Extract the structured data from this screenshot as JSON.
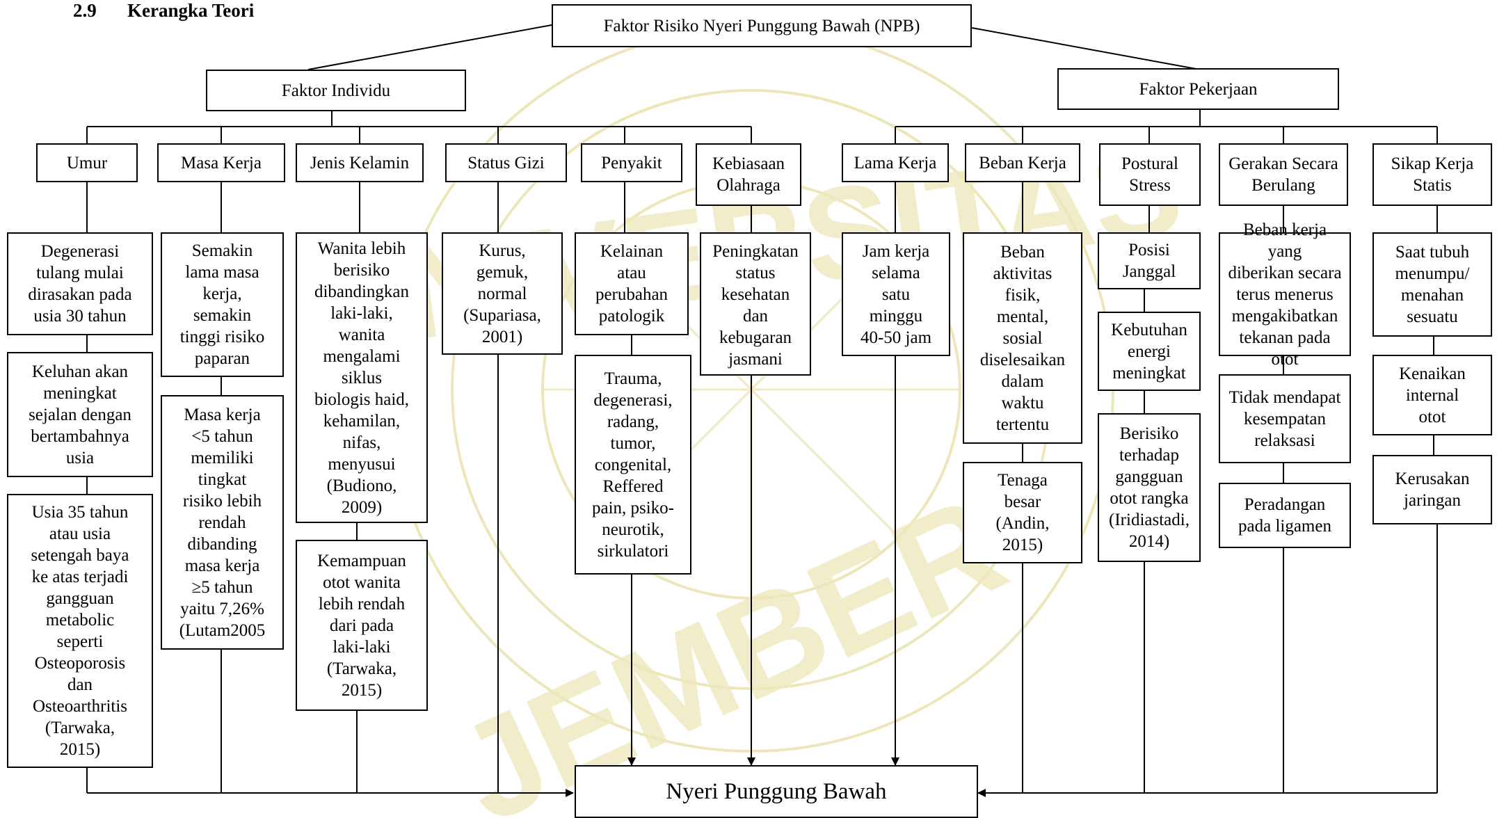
{
  "section": {
    "number": "2.9",
    "title": "Kerangka Teori"
  },
  "root": "Faktor Risiko Nyeri Punggung Bawah (NPB)",
  "groups": {
    "individu": "Faktor Individu",
    "pekerjaan": "Faktor Pekerjaan"
  },
  "factors": {
    "umur": "Umur",
    "masa_kerja": "Masa Kerja",
    "jenis_kelamin": "Jenis Kelamin",
    "status_gizi": "Status Gizi",
    "penyakit": "Penyakit",
    "olahraga": "Kebiasaan\nOlahraga",
    "lama_kerja": "Lama Kerja",
    "beban_kerja": "Beban Kerja",
    "postural": "Postural\nStress",
    "gerakan": "Gerakan Secara\nBerulang",
    "sikap": "Sikap Kerja\nStatis"
  },
  "details": {
    "umur_1": "Degenerasi\ntulang mulai\ndirasakan pada\nusia 30 tahun",
    "umur_2": "Keluhan akan\nmeningkat\nsejalan dengan\nbertambahnya\nusia",
    "umur_3": "Usia 35 tahun\natau usia\nsetengah baya\nke atas terjadi\ngangguan\nmetabolic\nseperti\nOsteoporosis\ndan\nOsteoarthritis\n(Tarwaka,\n2015)",
    "masa_1": "Semakin\nlama masa\nkerja,\nsemakin\ntinggi risiko\npaparan",
    "masa_2": "Masa kerja\n<5 tahun\nmemiliki\ntingkat\nrisiko lebih\nrendah\ndibanding\nmasa kerja\n≥5 tahun\nyaitu 7,26%\n(Lutam2005",
    "jk_1": "Wanita lebih\nberisiko\ndibandingkan\nlaki-laki,\nwanita\nmengalami\nsiklus\nbiologis haid,\nkehamilan,\nnifas,\nmenyusui\n(Budiono,\n2009)",
    "jk_2": "Kemampuan\notot wanita\nlebih rendah\ndari pada\nlaki-laki\n(Tarwaka,\n2015)",
    "gizi_1": "Kurus,\ngemuk,\nnormal\n(Supariasa,\n2001)",
    "penyakit_1": "Kelainan\natau\nperubahan\npatologik",
    "penyakit_2": "Trauma,\ndegenerasi,\nradang,\ntumor,\ncongenital,\nReffered\npain, psiko-\nneurotik,\nsirkulatori",
    "olahraga_1": "Peningkatan\nstatus\nkesehatan\ndan\nkebugaran\njasmani",
    "lama_1": "Jam kerja\nselama\nsatu\nminggu\n40-50 jam",
    "beban_1": "Beban\naktivitas\nfisik,\nmental,\nsosial\ndiselesaikan\ndalam\nwaktu\ntertentu",
    "beban_2": "Tenaga\nbesar\n(Andin,\n2015)",
    "postural_1": "Posisi\nJanggal",
    "postural_2": "Kebutuhan\nenergi\nmeningkat",
    "postural_3": "Berisiko\nterhadap\ngangguan\notot rangka\n(Iridiastadi,\n2014)",
    "gerakan_1": "Beban kerja yang\ndiberikan secara\nterus menerus\nmengakibatkan\ntekanan pada otot",
    "gerakan_2": "Tidak mendapat\nkesempatan\nrelaksasi",
    "gerakan_3": "Peradangan\npada ligamen",
    "sikap_1": "Saat tubuh\nmenumpu/\nmenahan\nsesuatu",
    "sikap_2": "Kenaikan\ninternal\notot",
    "sikap_3": "Kerusakan\njaringan"
  },
  "outcome": "Nyeri Punggung Bawah",
  "watermark": "UNIVERSITAS JEMBER",
  "colors": {
    "line": "#000000",
    "watermark": "#e9e2a8"
  }
}
